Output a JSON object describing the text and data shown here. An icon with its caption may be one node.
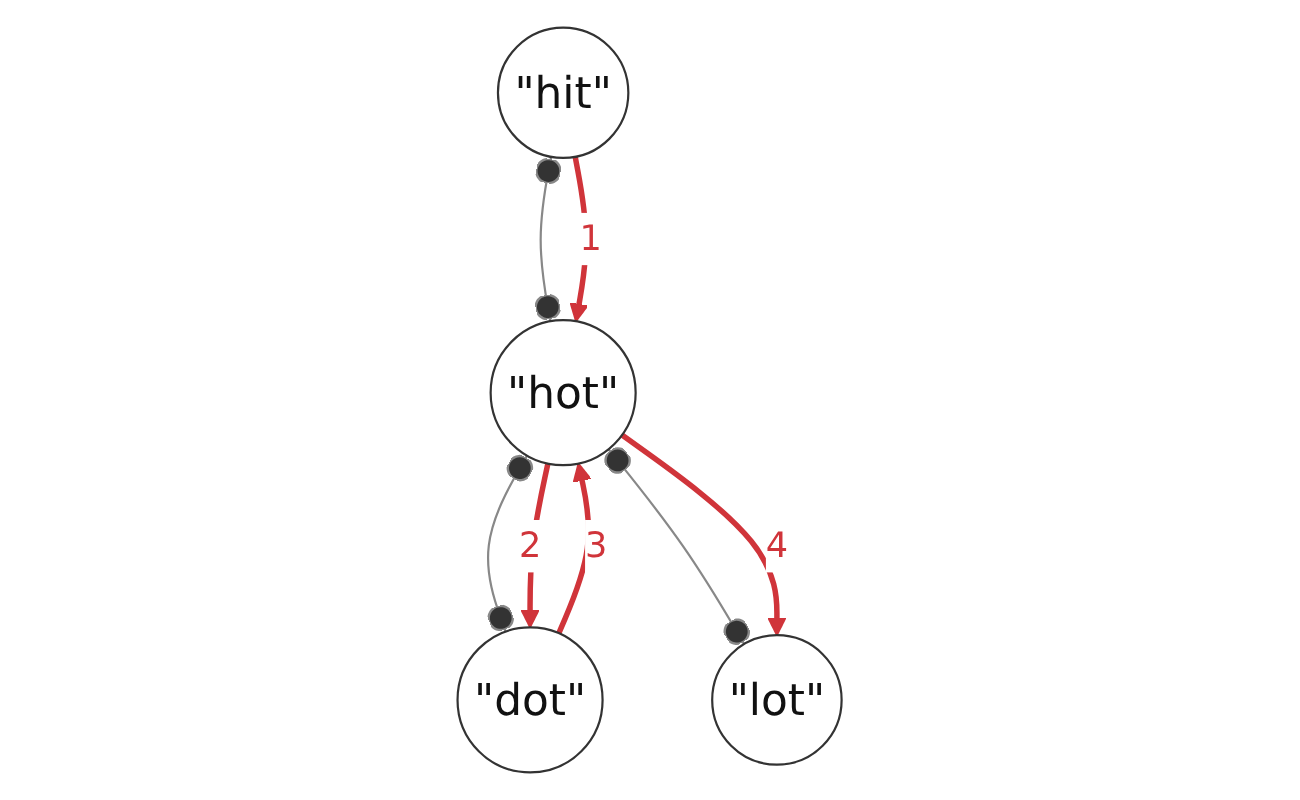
{
  "diagram": {
    "nodes": [
      {
        "text": [
          "\"hit\""
        ]
      },
      {
        "text": [
          "\"hot\""
        ]
      },
      {
        "text": [
          "\"dot\""
        ]
      },
      {
        "text": [
          "\"lot\""
        ]
      }
    ],
    "edges": [
      {
        "from": 0,
        "to": 1,
        "arrow": "other"
      },
      {
        "from": 1,
        "to": 2,
        "arrow": "other"
      },
      {
        "from": 1,
        "to": 3,
        "arrow": "other"
      },
      {
        "from": 0,
        "to": 1,
        "arrow": "to",
        "label": "1",
        "color": "#d0343a"
      },
      {
        "from": 1,
        "to": 2,
        "arrow": "to",
        "label": "2",
        "color": "#d0343a"
      },
      {
        "from": 2,
        "to": 1,
        "arrow": "to",
        "label": "3",
        "color": "#d0343a"
      },
      {
        "from": 1,
        "to": 3,
        "arrow": "to",
        "label": "4",
        "color": "#d0343a"
      }
    ]
  }
}
